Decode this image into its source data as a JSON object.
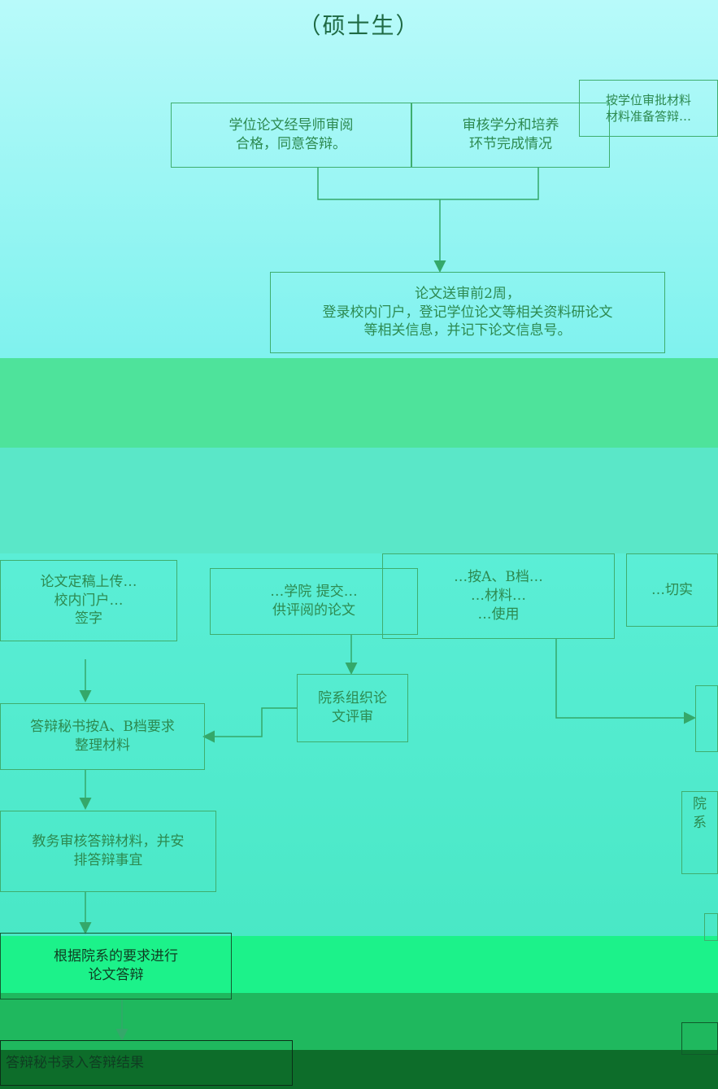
{
  "title": "（硕士生）",
  "nodes": {
    "tutor_review": "学位论文经导师审阅\n合格，同意答辩。",
    "audit_credits": "审核学分和培养\n环节完成情况",
    "degree_materials": "按学位审批材料\n材料准备答辩…",
    "register_thesis": "论文送审前2周，\n登录校内门户，登记学位论文等相关资料研论文\n等相关信息，并记下论文信息号。",
    "left_upload": "论文定稿上传…\n校内门户…\n签字",
    "submit_review": "…学院 提交…\n供评阅的论文",
    "ab_files": "…按A、B档…\n…材料…\n…使用",
    "right_partial": "…切实",
    "dept_review": "院系组织论\n文评审",
    "secretary_ab": "答辩秘书按A、B档要求\n整理材料",
    "admin_review": "教务审核答辩材料，并安\n排答辩事宜",
    "defense": "根据院系的要求进行\n论文答辩",
    "record_results": "答辩秘书录入答辩结果",
    "right_side": "院系"
  }
}
